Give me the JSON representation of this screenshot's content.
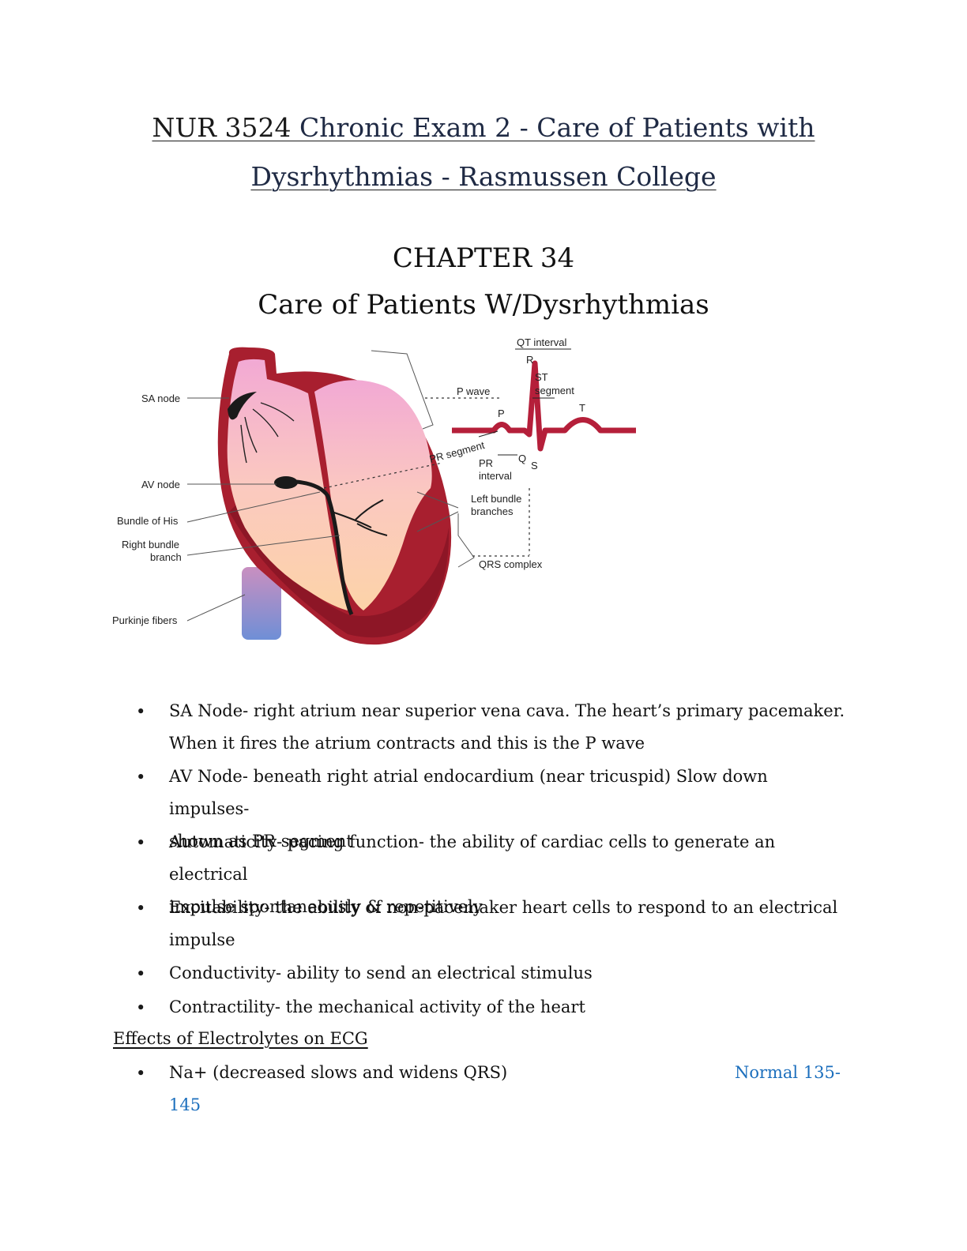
{
  "title": {
    "line1_prefix": "NUR 3524 ",
    "line1_main": "Chronic Exam 2 - Care of Patients with",
    "line2": "Dysrhythmias - Rasmussen College"
  },
  "chapter": {
    "number": "CHAPTER 34",
    "name": "Care of Patients W/Dysrhythmias"
  },
  "figure": {
    "labels": {
      "sa_node": "SA node",
      "av_node": "AV node",
      "bundle_his": "Bundle of His",
      "right_bundle_1": "Right bundle",
      "right_bundle_2": "branch",
      "purkinje": "Purkinje fibers",
      "qt_interval": "QT interval",
      "r": "R",
      "st_1": "ST",
      "st_2": "segment",
      "t": "T",
      "p_wave": "P wave",
      "p": "P",
      "pr_segment": "PR segment",
      "pr_1": "PR",
      "pr_2": "interval",
      "q": "Q",
      "s": "S",
      "lbb_1": "Left bundle",
      "lbb_2": "branches",
      "qrs": "QRS complex"
    }
  },
  "bullets": [
    {
      "lines": [
        "SA Node- right atrium near superior vena cava. The heart’s primary pacemaker.",
        "When it fires the atrium contracts and this is the P wave"
      ]
    },
    {
      "lines": [
        "AV Node- beneath right atrial endocardium (near tricuspid) Slow down impulses-",
        "shown as PR segment"
      ]
    },
    {
      "lines": [
        "Automaticity- pacing function- the ability of cardiac cells to generate an electrical",
        "impulse spontaneously & repetitively"
      ]
    },
    {
      "lines": [
        "Excitability- the ability of non-pacemaker heart cells to respond to an electrical",
        "impulse"
      ]
    },
    {
      "lines": [
        "Conductivity- ability to send an electrical stimulus"
      ]
    },
    {
      "lines": [
        "Contractility- the mechanical activity of the heart"
      ]
    }
  ],
  "effects": {
    "heading": "Effects of Electrolytes on ECG",
    "items": [
      {
        "text": "Na+ (decreased slows and widens QRS)",
        "normal_1": "Normal 135-",
        "normal_2": "145"
      }
    ]
  }
}
